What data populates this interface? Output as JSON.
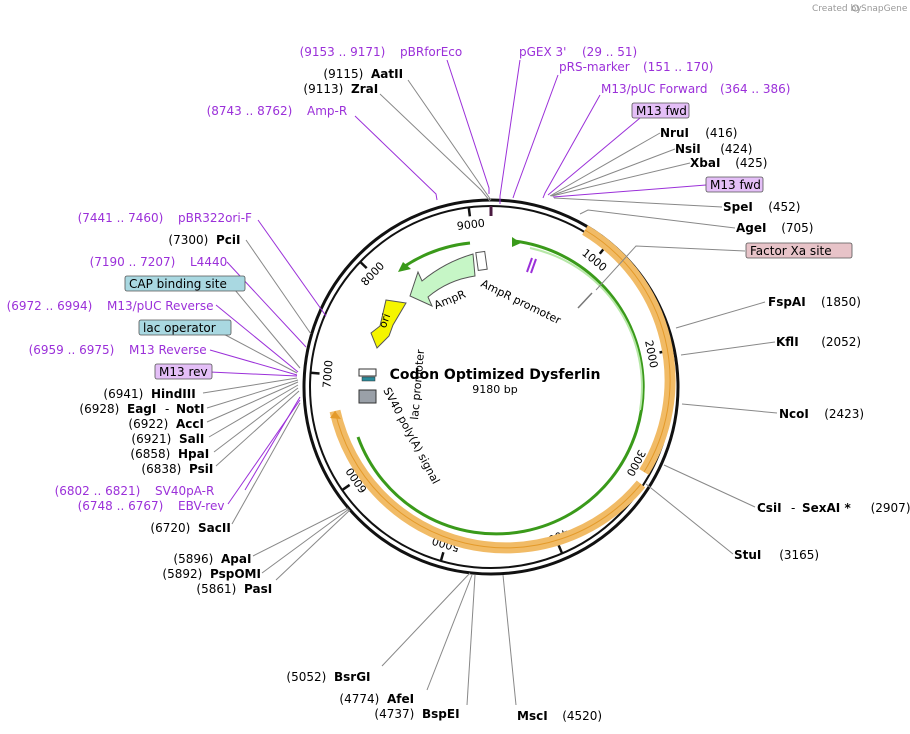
{
  "credit": {
    "prefix": "Created by",
    "brand": "SnapGene"
  },
  "title": "Codon Optimized Dysferlin",
  "length_text": "9180 bp",
  "ticks": [
    "1000",
    "2000",
    "3000",
    "4000",
    "5000",
    "6000",
    "7000",
    "8000",
    "9000"
  ],
  "features": {
    "ampr": "AmpR",
    "ampr_promoter": "AmpR promoter",
    "ori": "ori",
    "lac_promoter": "lac promoter",
    "sv40": "SV40 poly(A) signal"
  },
  "sites": [
    {
      "id": "pBRforEco",
      "name": "pBRforEco",
      "pos": "(9153 .. 9171)",
      "kind": "primer"
    },
    {
      "id": "pGEX3",
      "name": "pGEX 3'",
      "pos": "(29 .. 51)",
      "kind": "primer"
    },
    {
      "id": "AatII",
      "name": "AatII",
      "pos": "(9115)",
      "kind": "enzyme"
    },
    {
      "id": "ZraI",
      "name": "ZraI",
      "pos": "(9113)",
      "kind": "enzyme"
    },
    {
      "id": "pRSmarker",
      "name": "pRS-marker",
      "pos": "(151 .. 170)",
      "kind": "primer"
    },
    {
      "id": "AmpR",
      "name": "Amp-R",
      "pos": "(8743 .. 8762)",
      "kind": "primer"
    },
    {
      "id": "M13pUCF",
      "name": "M13/pUC Forward",
      "pos": "(364 .. 386)",
      "kind": "primer"
    },
    {
      "id": "M13fwd1",
      "name": "M13 fwd",
      "pos": "",
      "kind": "box-purple"
    },
    {
      "id": "NruI",
      "name": "NruI",
      "pos": "(416)",
      "kind": "enzyme"
    },
    {
      "id": "NsiI",
      "name": "NsiI",
      "pos": "(424)",
      "kind": "enzyme"
    },
    {
      "id": "XbaI",
      "name": "XbaI",
      "pos": "(425)",
      "kind": "enzyme"
    },
    {
      "id": "M13fwd2",
      "name": "M13 fwd",
      "pos": "",
      "kind": "box-purple"
    },
    {
      "id": "SpeI",
      "name": "SpeI",
      "pos": "(452)",
      "kind": "enzyme"
    },
    {
      "id": "AgeI",
      "name": "AgeI",
      "pos": "(705)",
      "kind": "enzyme"
    },
    {
      "id": "FactorXa",
      "name": "Factor Xa site",
      "pos": "",
      "kind": "box-pink"
    },
    {
      "id": "pBR322ori",
      "name": "pBR322ori-F",
      "pos": "(7441 .. 7460)",
      "kind": "primer"
    },
    {
      "id": "PciI",
      "name": "PciI",
      "pos": "(7300)",
      "kind": "enzyme"
    },
    {
      "id": "L4440",
      "name": "L4440",
      "pos": "(7190 .. 7207)",
      "kind": "primer"
    },
    {
      "id": "CAP",
      "name": "CAP binding site",
      "pos": "",
      "kind": "box-blue"
    },
    {
      "id": "FspAI",
      "name": "FspAI",
      "pos": "(1850)",
      "kind": "enzyme"
    },
    {
      "id": "M13pUCR",
      "name": "M13/pUC Reverse",
      "pos": "(6972 .. 6994)",
      "kind": "primer"
    },
    {
      "id": "lacop",
      "name": "lac operator",
      "pos": "",
      "kind": "box-blue"
    },
    {
      "id": "KflI",
      "name": "KflI",
      "pos": "(2052)",
      "kind": "enzyme"
    },
    {
      "id": "M13Rev",
      "name": "M13 Reverse",
      "pos": "(6959 .. 6975)",
      "kind": "primer"
    },
    {
      "id": "M13rev",
      "name": "M13 rev",
      "pos": "",
      "kind": "box-purple"
    },
    {
      "id": "HindIII",
      "name": "HindIII",
      "pos": "(6941)",
      "kind": "enzyme"
    },
    {
      "id": "EagI",
      "name": "EagI",
      "pos": "(6928)",
      "kind": "enzyme"
    },
    {
      "id": "NotI",
      "name": "NotI",
      "pos": "",
      "kind": "enzyme"
    },
    {
      "id": "NcoI",
      "name": "NcoI",
      "pos": "(2423)",
      "kind": "enzyme"
    },
    {
      "id": "AccI",
      "name": "AccI",
      "pos": "(6922)",
      "kind": "enzyme"
    },
    {
      "id": "SalI",
      "name": "SalI",
      "pos": "(6921)",
      "kind": "enzyme"
    },
    {
      "id": "HpaI",
      "name": "HpaI",
      "pos": "(6858)",
      "kind": "enzyme"
    },
    {
      "id": "PsiI",
      "name": "PsiI",
      "pos": "(6838)",
      "kind": "enzyme"
    },
    {
      "id": "SV40pAR",
      "name": "SV40pA-R",
      "pos": "(6802 .. 6821)",
      "kind": "primer"
    },
    {
      "id": "CsiI",
      "name": "CsiI",
      "pos": "",
      "kind": "enzyme"
    },
    {
      "id": "SexAI",
      "name": "SexAI *",
      "pos": "(2907)",
      "kind": "enzyme"
    },
    {
      "id": "EBVrev",
      "name": "EBV-rev",
      "pos": "(6748 .. 6767)",
      "kind": "primer"
    },
    {
      "id": "SacII",
      "name": "SacII",
      "pos": "(6720)",
      "kind": "enzyme"
    },
    {
      "id": "StuI",
      "name": "StuI",
      "pos": "(3165)",
      "kind": "enzyme"
    },
    {
      "id": "ApaI",
      "name": "ApaI",
      "pos": "(5896)",
      "kind": "enzyme"
    },
    {
      "id": "PspOMI",
      "name": "PspOMI",
      "pos": "(5892)",
      "kind": "enzyme"
    },
    {
      "id": "PasI",
      "name": "PasI",
      "pos": "(5861)",
      "kind": "enzyme"
    },
    {
      "id": "BsrGI",
      "name": "BsrGI",
      "pos": "(5052)",
      "kind": "enzyme"
    },
    {
      "id": "AfeI",
      "name": "AfeI",
      "pos": "(4774)",
      "kind": "enzyme"
    },
    {
      "id": "BspEI",
      "name": "BspEI",
      "pos": "(4737)",
      "kind": "enzyme"
    },
    {
      "id": "MscI",
      "name": "MscI",
      "pos": "(4520)",
      "kind": "enzyme"
    }
  ],
  "colors": {
    "primer": "#9b30d9",
    "box_purple": "#e4bff7",
    "box_pink": "#e7c3c8",
    "box_blue": "#a9d8e1",
    "orf": "#f1bb66",
    "green": "#3a9a1a",
    "ampr_fill": "#c6f6c6",
    "ori_fill": "#f5f500",
    "promoter": "#ffffff"
  }
}
